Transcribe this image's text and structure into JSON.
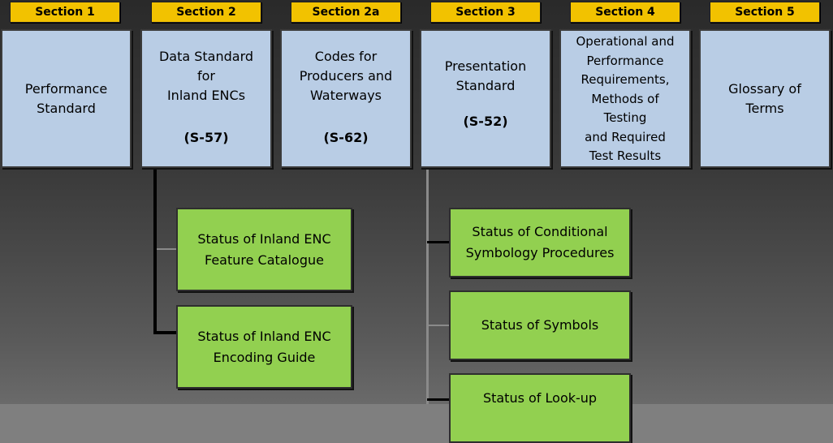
{
  "sections": [
    {
      "tab": "Section 1",
      "lines": [
        "Performance",
        "Standard"
      ],
      "code": ""
    },
    {
      "tab": "Section 2",
      "lines": [
        "Data Standard",
        "for",
        "Inland ENCs"
      ],
      "code": "(S-57)"
    },
    {
      "tab": "Section 2a",
      "lines": [
        "Codes for",
        "Producers and",
        "Waterways"
      ],
      "code": "(S-62)"
    },
    {
      "tab": "Section 3",
      "lines": [
        "Presentation",
        "Standard"
      ],
      "code": "(S-52)"
    },
    {
      "tab": "Section 4",
      "lines": [
        "Operational and",
        "Performance",
        "Requirements,",
        "Methods of",
        "Testing",
        "and Required",
        "Test Results"
      ],
      "code": ""
    },
    {
      "tab": "Section 5",
      "lines": [
        "Glossary of",
        "Terms"
      ],
      "code": ""
    }
  ],
  "subsections": [
    {
      "parent": "Section 2",
      "lines": [
        "Status of Inland ENC",
        "Feature Catalogue"
      ]
    },
    {
      "parent": "Section 2",
      "lines": [
        "Status of Inland ENC",
        "Encoding Guide"
      ]
    },
    {
      "parent": "Section 3",
      "lines": [
        "Status of Conditional",
        "Symbology Procedures"
      ]
    },
    {
      "parent": "Section 3",
      "lines": [
        "Status of Symbols"
      ]
    },
    {
      "parent": "Section 3",
      "lines": [
        "Status of Look-up"
      ]
    }
  ]
}
